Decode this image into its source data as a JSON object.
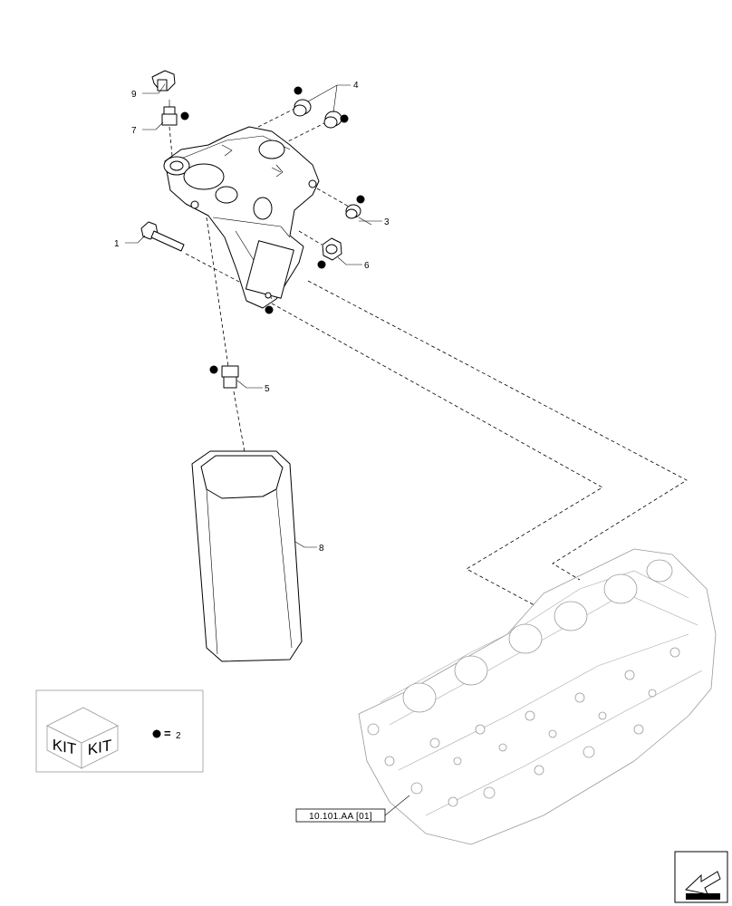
{
  "callouts": [
    {
      "id": "1",
      "label": "1"
    },
    {
      "id": "3",
      "label": "3"
    },
    {
      "id": "4",
      "label": "4"
    },
    {
      "id": "5",
      "label": "5"
    },
    {
      "id": "6",
      "label": "6"
    },
    {
      "id": "7",
      "label": "7"
    },
    {
      "id": "8",
      "label": "8"
    },
    {
      "id": "9",
      "label": "9"
    }
  ],
  "reference": {
    "label": "10.101.AA [01]"
  },
  "legend": {
    "kit_left": "KIT",
    "kit_right": "KIT",
    "equals": "=",
    "value": "2"
  },
  "navigation": {
    "icon": "navigate-arrow-icon"
  }
}
